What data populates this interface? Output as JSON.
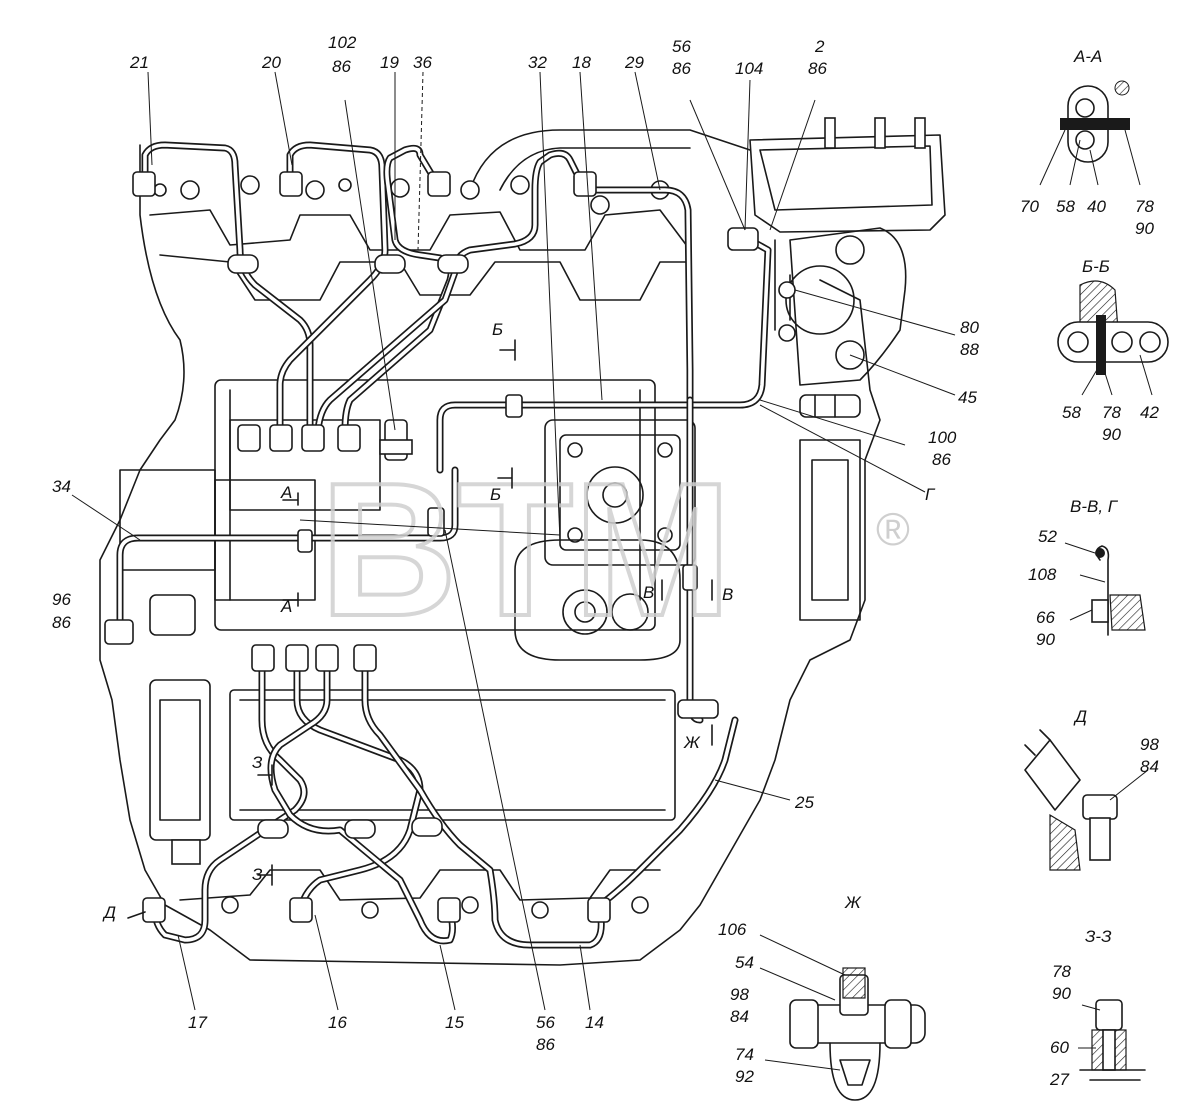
{
  "callouts": [
    {
      "id": "c21",
      "lines": [
        "21"
      ]
    },
    {
      "id": "c20",
      "lines": [
        "20"
      ]
    },
    {
      "id": "c102",
      "lines": [
        "102",
        "86"
      ]
    },
    {
      "id": "c19",
      "lines": [
        "19"
      ]
    },
    {
      "id": "c36",
      "lines": [
        "36"
      ]
    },
    {
      "id": "c32",
      "lines": [
        "32"
      ]
    },
    {
      "id": "c18",
      "lines": [
        "18"
      ]
    },
    {
      "id": "c29",
      "lines": [
        "29"
      ]
    },
    {
      "id": "c56t",
      "lines": [
        "56",
        "86"
      ]
    },
    {
      "id": "c104",
      "lines": [
        "104"
      ]
    },
    {
      "id": "c2",
      "lines": [
        "2",
        "86"
      ]
    },
    {
      "id": "c80",
      "lines": [
        "80",
        "88"
      ]
    },
    {
      "id": "c45",
      "lines": [
        "45"
      ]
    },
    {
      "id": "c100",
      "lines": [
        "100",
        "86"
      ]
    },
    {
      "id": "cG",
      "lines": [
        "Г"
      ]
    },
    {
      "id": "c34",
      "lines": [
        "34"
      ]
    },
    {
      "id": "c96",
      "lines": [
        "96",
        "86"
      ]
    },
    {
      "id": "c25",
      "lines": [
        "25"
      ]
    },
    {
      "id": "c17",
      "lines": [
        "17"
      ]
    },
    {
      "id": "c16",
      "lines": [
        "16"
      ]
    },
    {
      "id": "c15",
      "lines": [
        "15"
      ]
    },
    {
      "id": "c56b",
      "lines": [
        "56",
        "86"
      ]
    },
    {
      "id": "c14",
      "lines": [
        "14"
      ]
    },
    {
      "id": "s70",
      "lines": [
        "70"
      ]
    },
    {
      "id": "s58a",
      "lines": [
        "58"
      ]
    },
    {
      "id": "s40",
      "lines": [
        "40"
      ]
    },
    {
      "id": "s78a",
      "lines": [
        "78",
        "90"
      ]
    },
    {
      "id": "s58b",
      "lines": [
        "58"
      ]
    },
    {
      "id": "s78b",
      "lines": [
        "78",
        "90"
      ]
    },
    {
      "id": "s42",
      "lines": [
        "42"
      ]
    },
    {
      "id": "s52",
      "lines": [
        "52"
      ]
    },
    {
      "id": "s108",
      "lines": [
        "108"
      ]
    },
    {
      "id": "s66",
      "lines": [
        "66",
        "90"
      ]
    },
    {
      "id": "s98a",
      "lines": [
        "98",
        "84"
      ]
    },
    {
      "id": "s106",
      "lines": [
        "106"
      ]
    },
    {
      "id": "s54",
      "lines": [
        "54"
      ]
    },
    {
      "id": "s98b",
      "lines": [
        "98",
        "84"
      ]
    },
    {
      "id": "s74",
      "lines": [
        "74",
        "92"
      ]
    },
    {
      "id": "s78c",
      "lines": [
        "78",
        "90"
      ]
    },
    {
      "id": "s60",
      "lines": [
        "60"
      ]
    },
    {
      "id": "s27",
      "lines": [
        "27"
      ]
    }
  ],
  "section_marks": [
    {
      "id": "mA1",
      "text": "А"
    },
    {
      "id": "mA2",
      "text": "А"
    },
    {
      "id": "mB1",
      "text": "Б"
    },
    {
      "id": "mB2",
      "text": "Б"
    },
    {
      "id": "mV1",
      "text": "В"
    },
    {
      "id": "mV2",
      "text": "В"
    },
    {
      "id": "mZh",
      "text": "Ж"
    },
    {
      "id": "mZ1",
      "text": "З"
    },
    {
      "id": "mZ2",
      "text": "З"
    },
    {
      "id": "mD",
      "text": "Д"
    }
  ],
  "sections": [
    {
      "id": "secAA",
      "title": "А-А"
    },
    {
      "id": "secBB",
      "title": "Б-Б"
    },
    {
      "id": "secVV",
      "title": "В-В, Г"
    },
    {
      "id": "secD",
      "title": "Д"
    },
    {
      "id": "secZh",
      "title": "Ж"
    },
    {
      "id": "secZZ",
      "title": "З-З"
    }
  ],
  "watermark": {
    "text": "BTM",
    "mark": "®"
  }
}
